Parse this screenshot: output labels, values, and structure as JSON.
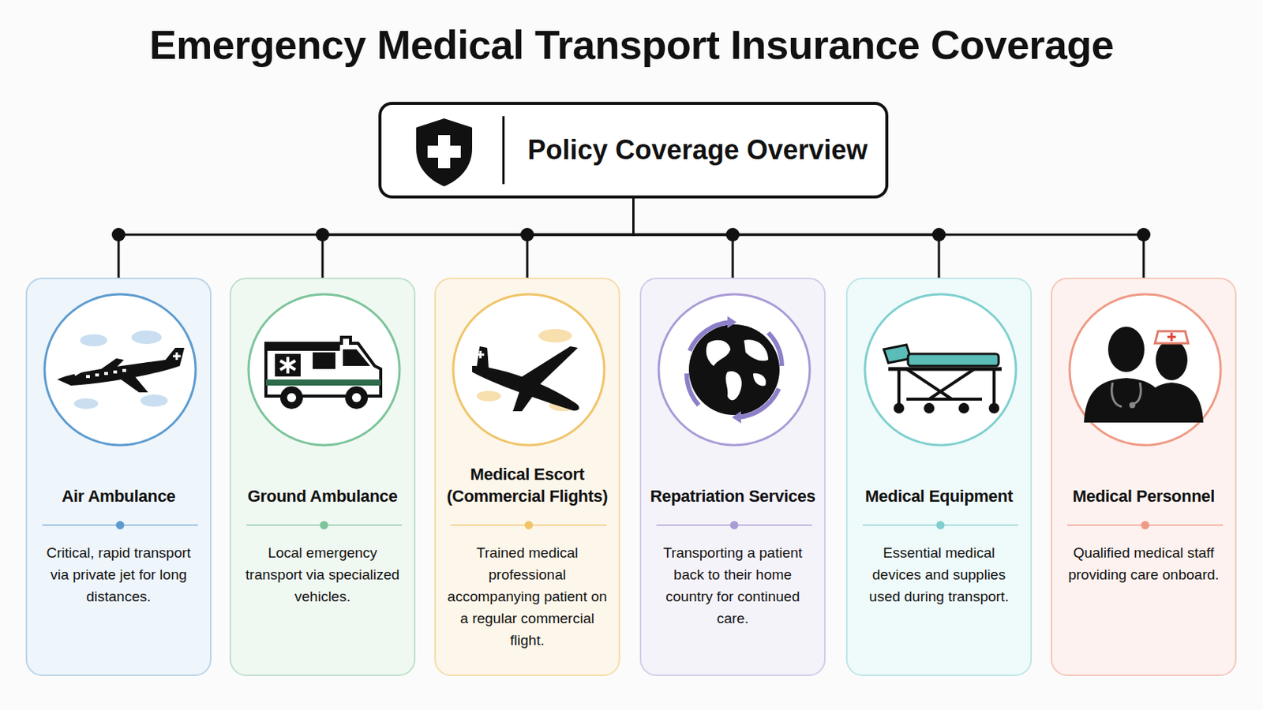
{
  "diagram": {
    "title": "Emergency Medical Transport Insurance Coverage",
    "nodes": [
      {
        "text": [
          "Policy Coverage Overview"
        ]
      },
      {
        "text": [
          "Air Ambulance",
          "Critical, rapid transport via private jet for long distances."
        ]
      },
      {
        "text": [
          "Ground Ambulance",
          "Local emergency transport via specialized vehicles."
        ]
      },
      {
        "text": [
          "Medical Escort (Commercial Flights)",
          "Trained medical professional accompanying patient on a regular commercial flight."
        ]
      },
      {
        "text": [
          "Repatriation Services",
          "Transporting a patient back to their home country for continued care."
        ]
      },
      {
        "text": [
          "Medical Equipment",
          "Essential medical devices and supplies used during transport."
        ]
      },
      {
        "text": [
          "Medical Personnel",
          "Qualified medical staff providing care onboard."
        ]
      }
    ],
    "edges": [
      {
        "from": 0,
        "to": 1,
        "arrow": "none"
      },
      {
        "from": 0,
        "to": 2,
        "arrow": "none"
      },
      {
        "from": 0,
        "to": 3,
        "arrow": "none"
      },
      {
        "from": 0,
        "to": 4,
        "arrow": "none"
      },
      {
        "from": 0,
        "to": 5,
        "arrow": "none"
      },
      {
        "from": 0,
        "to": 6,
        "arrow": "none"
      }
    ]
  }
}
